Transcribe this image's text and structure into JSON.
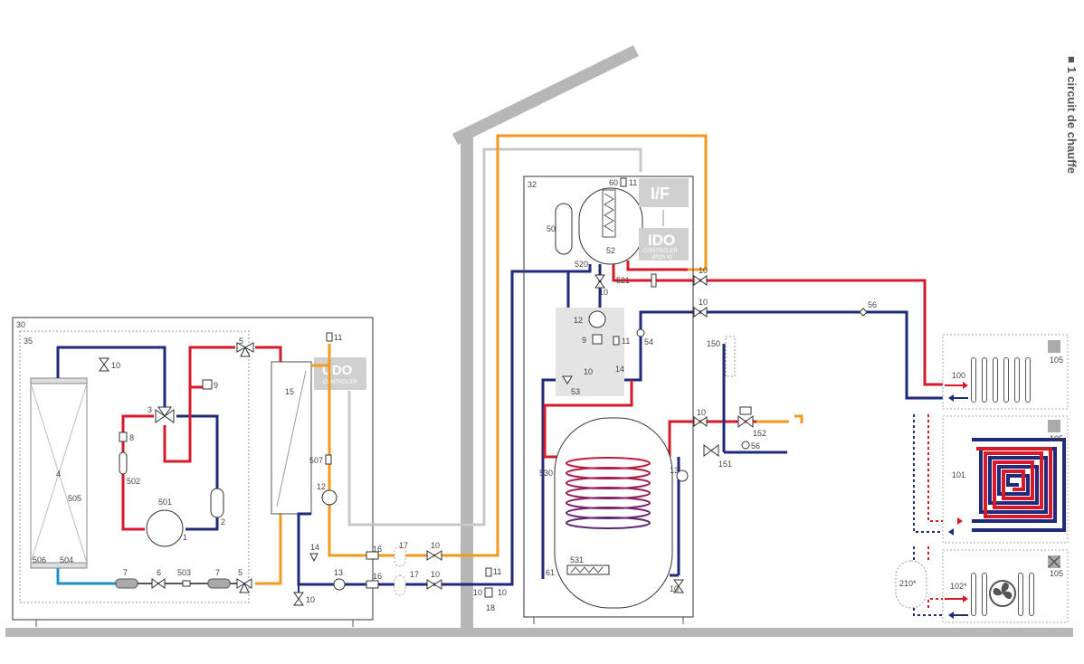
{
  "side_title": "■ 1 circuit de chauffe",
  "colors": {
    "hot": "#d7192a",
    "cold": "#1f2a7a",
    "orange": "#f39a1e",
    "grey": "#b7b7b7",
    "cyan": "#1a8fc7"
  },
  "controllers": {
    "if_label": "I/F",
    "ido_big": "IDO",
    "ido_small": "CONTROLER",
    "ido_pos": "[POS 4]",
    "udo_big": "UDO",
    "udo_small": "CONTROLER"
  },
  "labels": {
    "outdoor_unit": "30",
    "outdoor_module": "35",
    "evaporator": "4",
    "exp_valve_4way": "3",
    "valve_top": "10",
    "pressure_sw": "9",
    "filter8": "8",
    "s502": "502",
    "s505": "505",
    "s501": "501",
    "separator": "2",
    "compressor": "1",
    "s506": "506",
    "s504": "504",
    "filter7a": "7",
    "valve6": "6",
    "s503": "503",
    "filter7b": "7",
    "valve5a": "5",
    "valve5b": "5",
    "exchanger": "15",
    "s507": "507",
    "pump12": "12",
    "vent11": "11",
    "safety14": "14",
    "flow13": "13",
    "drain10": "10",
    "pipe16a": "16",
    "pipe17a": "17",
    "pipe10a": "10",
    "pipe16b": "16",
    "pipe17b": "17",
    "pipe10b": "10",
    "f11": "11",
    "f10a": "10",
    "f10b": "10",
    "f18": "18",
    "indoor_unit": "32",
    "tank50": "50",
    "tank52": "52",
    "t60": "60",
    "t11": "11",
    "s520": "520",
    "s521": "521",
    "v10": "10",
    "pump12b": "12",
    "p9": "9",
    "p11": "11",
    "p10": "10",
    "p14": "14",
    "v53": "53",
    "s54": "54",
    "s530": "530",
    "s531": "531",
    "heater61": "61",
    "s13b": "13",
    "v10d": "10",
    "v10e": "10",
    "v10f": "10",
    "s56a": "56",
    "c150": "150",
    "v10g": "10",
    "m152": "152",
    "s56b": "56",
    "m151": "151",
    "circuit100": "100",
    "circuit101": "101",
    "circuit102": "102*",
    "tank210": "210*",
    "t105a": "105",
    "t105b": "105",
    "t105c": "105"
  }
}
